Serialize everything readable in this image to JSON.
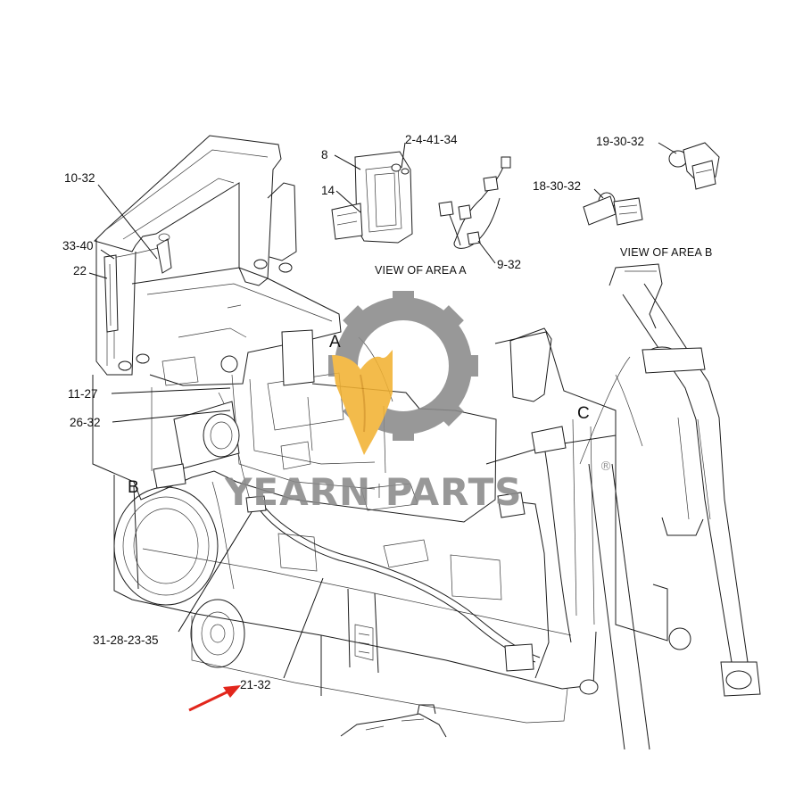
{
  "callouts": {
    "c_10_32": "10-32",
    "c_33_40": "33-40",
    "c_22": "22",
    "c_11_27": "11-27",
    "c_26_32": "26-32",
    "c_31_28_23_35": "31-28-23-35",
    "c_21_32": "21-32",
    "c_8": "8",
    "c_14": "14",
    "c_2_4_41_34": "2-4-41-34",
    "c_9_32": "9-32",
    "c_19_30_32": "19-30-32",
    "c_18_30_32": "18-30-32"
  },
  "area_letters": {
    "a": "A",
    "b": "B",
    "c": "C"
  },
  "view_labels": {
    "area_a": "VIEW OF AREA  A",
    "area_b": "VIEW OF AREA  B"
  },
  "watermark": {
    "text": "YEARN PARTS",
    "registered_mark": "®",
    "gear_color": "#8a8a8a",
    "flame_color": "#f2b233",
    "text_color": "#8a8a8a"
  },
  "colors": {
    "line_art": "#1c1c1c",
    "pointer_arrow": "#e2261c"
  }
}
